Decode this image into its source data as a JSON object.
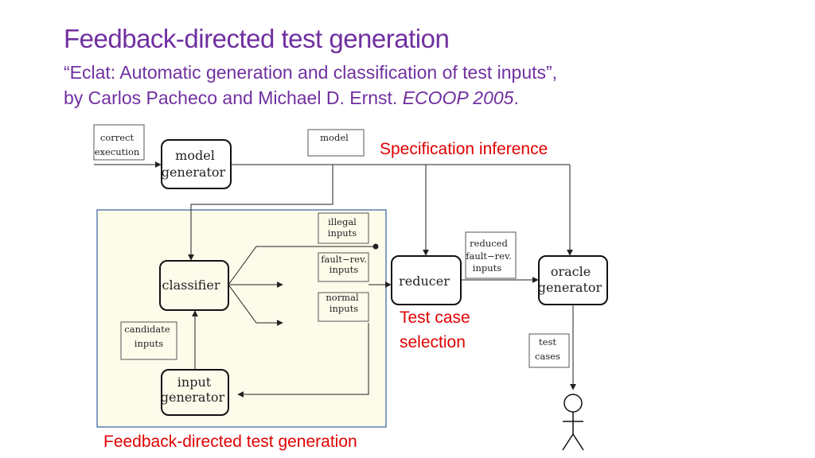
{
  "slide": {
    "title": "Feedback-directed test generation",
    "subtitle_line1": "“Eclat: Automatic generation and classification of test inputs”,",
    "subtitle_line2_prefix": "by Carlos Pacheco and Michael D. Ernst.",
    "subtitle_venue": "ECOOP 2005",
    "subtitle_period": "."
  },
  "annotations": {
    "spec_inference": "Specification inference",
    "test_case_line1": "Test case",
    "test_case_line2": "selection",
    "feedback_caption": "Feedback-directed test generation"
  },
  "diagram": {
    "correct_execution": [
      "correct",
      "execution"
    ],
    "model_label": "model",
    "model_generator": [
      "model",
      "generator"
    ],
    "illegal_inputs": [
      "illegal",
      "inputs"
    ],
    "fault_rev_inputs": [
      "fault−rev.",
      "inputs"
    ],
    "normal_inputs": [
      "normal",
      "inputs"
    ],
    "classifier": "classifier",
    "candidate_inputs": [
      "candidate",
      "inputs"
    ],
    "input_generator": [
      "input",
      "generator"
    ],
    "reduced_inputs": [
      "reduced",
      "fault−rev.",
      "inputs"
    ],
    "reducer": "reducer",
    "oracle_generator": [
      "oracle",
      "generator"
    ],
    "test_cases": [
      "test",
      "cases"
    ]
  },
  "colors": {
    "title": "#7030a0",
    "annotation": "#e00000",
    "feedback_region_fill": "#fdfbea",
    "feedback_region_border": "#5b7fb0"
  }
}
